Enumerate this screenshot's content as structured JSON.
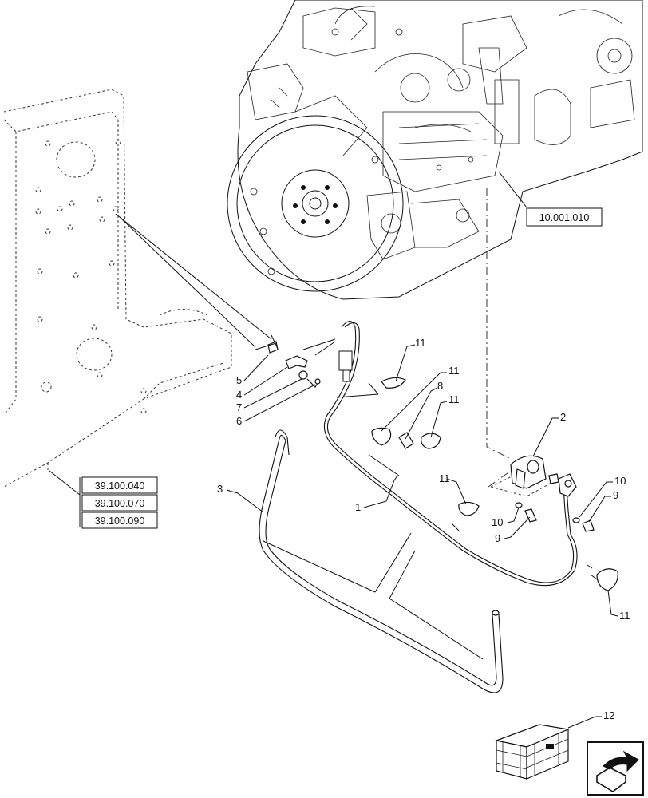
{
  "references": {
    "engine": "10.001.010",
    "frame": [
      "39.100.040",
      "39.100.070",
      "39.100.090"
    ]
  },
  "callouts": {
    "c1": "1",
    "c2": "2",
    "c3": "3",
    "c4": "4",
    "c5": "5",
    "c6": "6",
    "c7": "7",
    "c8": "8",
    "c9a": "9",
    "c9b": "9",
    "c10a": "10",
    "c10b": "10",
    "c11a": "11",
    "c11b": "11",
    "c11c": "11",
    "c11d": "11",
    "c11e": "11",
    "c12": "12"
  },
  "icons": {
    "kit_box": "parts-kit-box-icon",
    "navigation": "next-page-arrow-icon"
  }
}
